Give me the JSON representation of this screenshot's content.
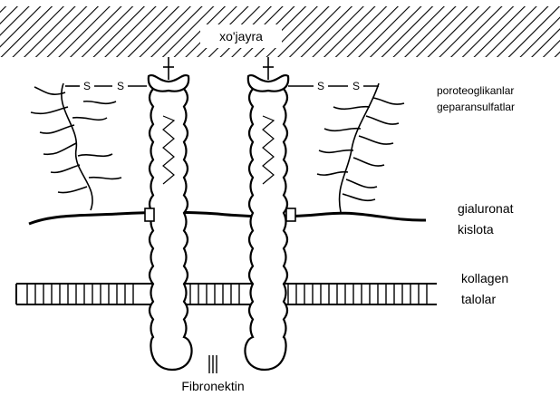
{
  "labels": {
    "cell": "xo'jayra",
    "proteoglycans_line1": "poroteoglikanlar",
    "proteoglycans_line2": "geparansulfatlar",
    "hyaluronic_line1": "gialuronat",
    "hyaluronic_line2": "kislota",
    "collagen_line1": "kollagen",
    "collagen_line2": "talolar",
    "fibronectin": "Fibronektin"
  },
  "disulfide_symbol": "S"
}
